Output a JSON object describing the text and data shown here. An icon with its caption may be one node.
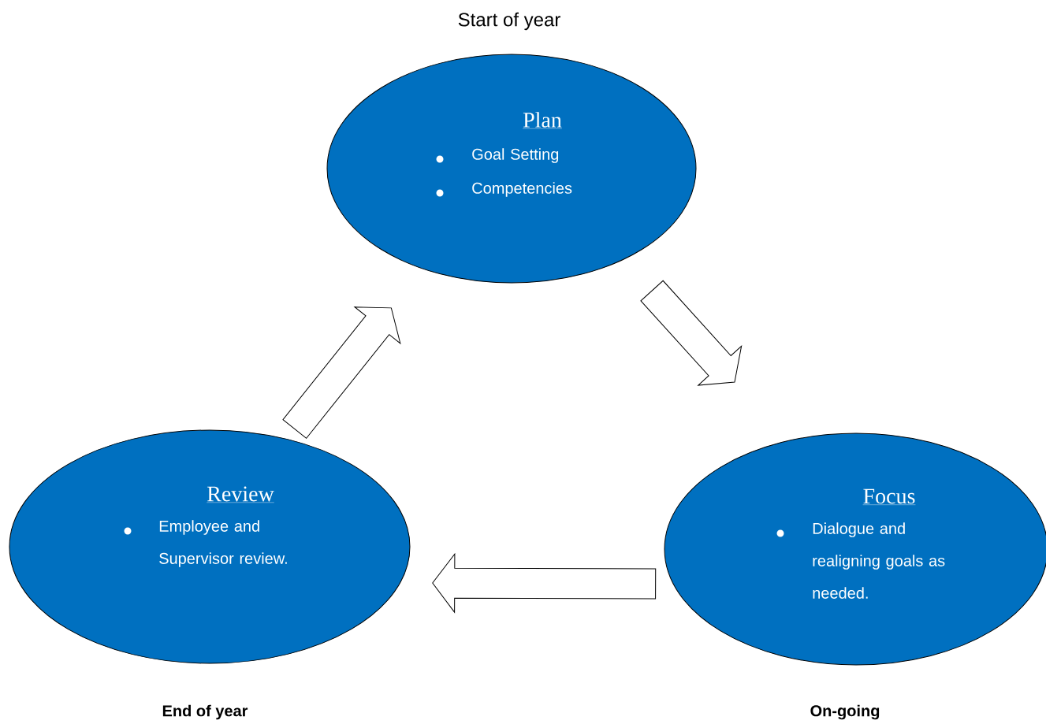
{
  "diagram": {
    "nodes": [
      {
        "text": [
          "Plan",
          "Goal Setting",
          "Competencies"
        ],
        "beside": [
          "Start of year"
        ]
      },
      {
        "text": [
          "Focus",
          "Dialogue and realigning goals as needed."
        ],
        "beside": [
          "On-going"
        ]
      },
      {
        "text": [
          "Review",
          "Employee and Supervisor review."
        ],
        "beside": [
          "End of year"
        ]
      }
    ],
    "edges": [
      {
        "from": 0,
        "to": 1,
        "arrow": "to"
      },
      {
        "from": 1,
        "to": 2,
        "arrow": "to"
      },
      {
        "from": 2,
        "to": 0,
        "arrow": "to"
      }
    ]
  }
}
